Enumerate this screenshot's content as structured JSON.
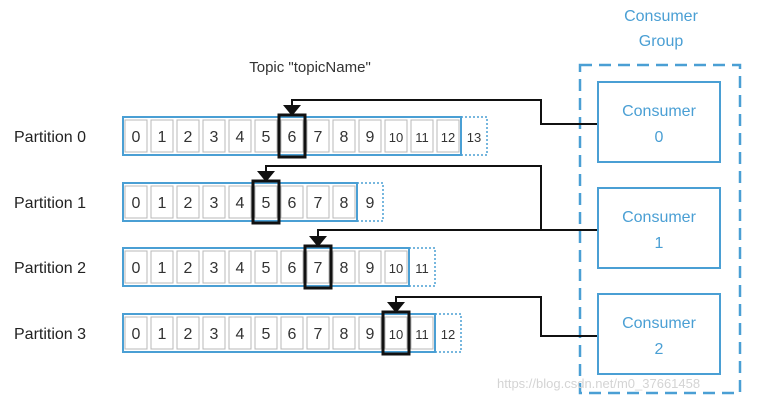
{
  "topic_title": "Topic \"topicName\"",
  "group": {
    "title_line1": "Consumer",
    "title_line2": "Group",
    "color": "#4a9fd4"
  },
  "partitions": [
    {
      "label": "Partition 0",
      "cells": [
        "0",
        "1",
        "2",
        "3",
        "4",
        "5",
        "6",
        "7",
        "8",
        "9",
        "10",
        "11",
        "12"
      ],
      "pending": "13",
      "offset_index": 6,
      "consumer": 0
    },
    {
      "label": "Partition 1",
      "cells": [
        "0",
        "1",
        "2",
        "3",
        "4",
        "5",
        "6",
        "7",
        "8"
      ],
      "pending": "9",
      "offset_index": 5,
      "consumer": 1
    },
    {
      "label": "Partition 2",
      "cells": [
        "0",
        "1",
        "2",
        "3",
        "4",
        "5",
        "6",
        "7",
        "8",
        "9",
        "10"
      ],
      "pending": "11",
      "offset_index": 7,
      "consumer": 1
    },
    {
      "label": "Partition 3",
      "cells": [
        "0",
        "1",
        "2",
        "3",
        "4",
        "5",
        "6",
        "7",
        "8",
        "9",
        "10",
        "11"
      ],
      "pending": "12",
      "offset_index": 10,
      "consumer": 2
    }
  ],
  "consumers": [
    {
      "name": "Consumer",
      "id": "0"
    },
    {
      "name": "Consumer",
      "id": "1"
    },
    {
      "name": "Consumer",
      "id": "2"
    }
  ],
  "watermark": "https://blog.csdn.net/m0_37661458",
  "colors": {
    "border": "#4a9fd4",
    "text": "#222222",
    "cell_text": "#333333",
    "offset": "#111111"
  }
}
